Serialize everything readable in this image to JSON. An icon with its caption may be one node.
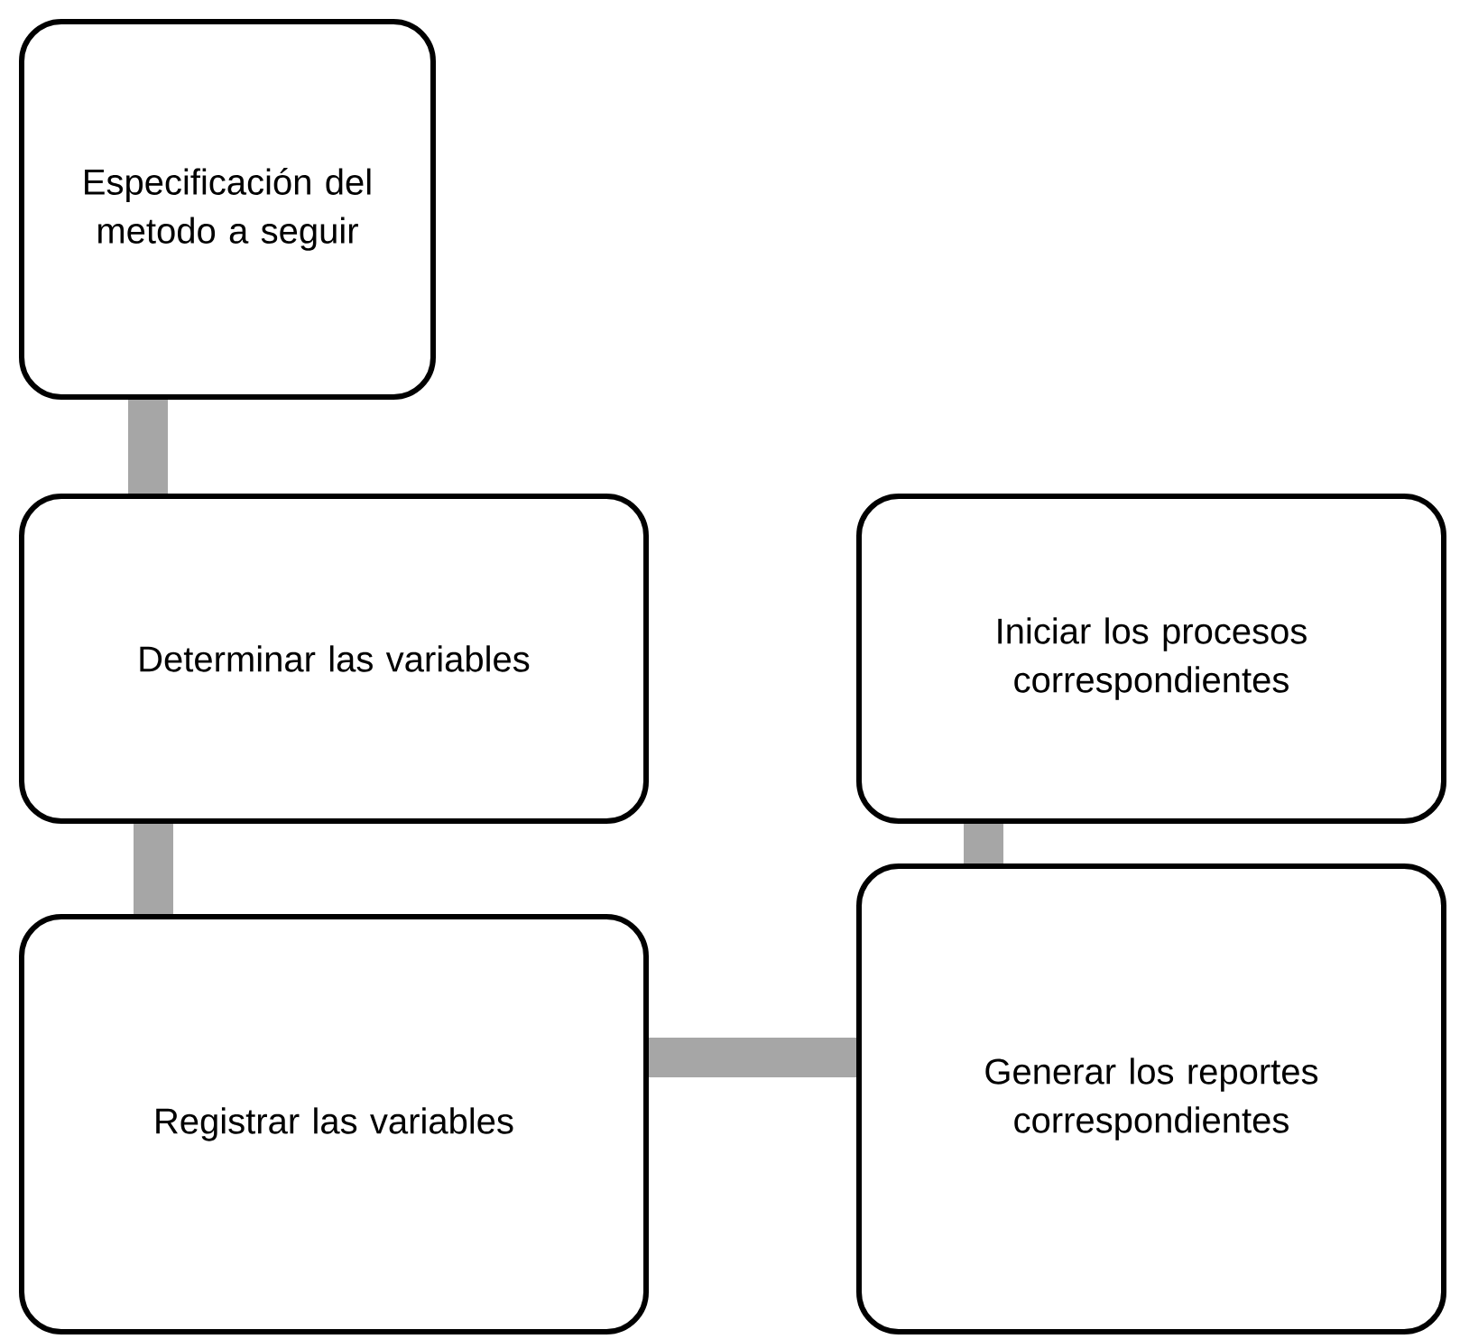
{
  "diagram": {
    "nodes": [
      {
        "text": [
          "Especificación del metodo a seguir"
        ]
      },
      {
        "text": [
          "Determinar las variables"
        ]
      },
      {
        "text": [
          "Registrar las variables"
        ]
      },
      {
        "text": [
          "Iniciar los procesos correspondientes"
        ]
      },
      {
        "text": [
          "Generar los reportes correspondientes"
        ]
      }
    ],
    "edges": [
      {
        "from": 0,
        "to": 1,
        "arrow": "none"
      },
      {
        "from": 1,
        "to": 2,
        "arrow": "none"
      },
      {
        "from": 2,
        "to": 4,
        "arrow": "none"
      },
      {
        "from": 4,
        "to": 3,
        "arrow": "none"
      }
    ]
  }
}
